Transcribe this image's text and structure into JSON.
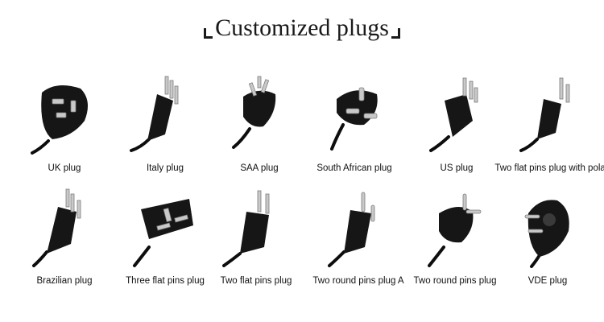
{
  "title": "Customized plugs",
  "plugs": [
    {
      "label": "UK plug",
      "icon": "uk-plug-icon"
    },
    {
      "label": "Italy plug",
      "icon": "italy-plug-icon"
    },
    {
      "label": "SAA plug",
      "icon": "saa-plug-icon"
    },
    {
      "label": "South African plug",
      "icon": "south-african-plug-icon"
    },
    {
      "label": "US plug",
      "icon": "us-plug-icon"
    },
    {
      "label": "Two flat pins plug with polar",
      "icon": "two-flat-pins-polar-plug-icon"
    },
    {
      "label": "Brazilian plug",
      "icon": "brazilian-plug-icon"
    },
    {
      "label": "Three flat pins plug",
      "icon": "three-flat-pins-plug-icon"
    },
    {
      "label": "Two flat pins plug",
      "icon": "two-flat-pins-plug-icon"
    },
    {
      "label": "Two round pins plug A",
      "icon": "two-round-pins-plug-a-icon"
    },
    {
      "label": "Two round pins plug",
      "icon": "two-round-pins-plug-icon"
    },
    {
      "label": "VDE plug",
      "icon": "vde-plug-icon"
    }
  ]
}
